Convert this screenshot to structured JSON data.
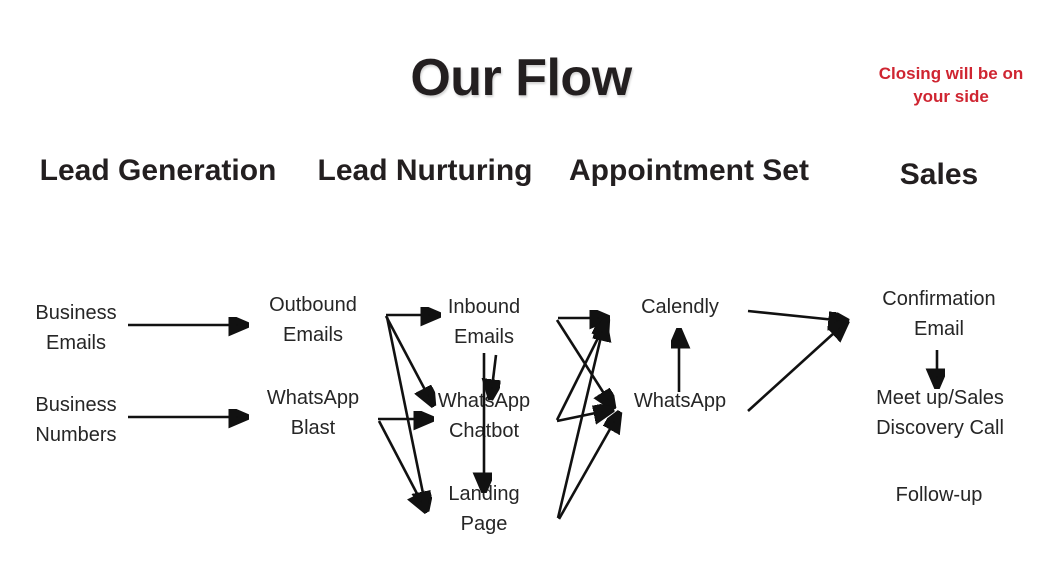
{
  "title": "Our Flow",
  "note": "Closing will be on your side",
  "colors": {
    "text": "#262626",
    "heading": "#231f20",
    "accent_red": "#cf2531",
    "arrow": "#111111",
    "background": "#ffffff"
  },
  "columns": [
    {
      "id": "lead-generation",
      "heading": "Lead\nGeneration"
    },
    {
      "id": "lead-nurturing",
      "heading": "Lead\nNurturing"
    },
    {
      "id": "appointment-set",
      "heading": "Appointment\nSet"
    },
    {
      "id": "sales",
      "heading": "Sales"
    }
  ],
  "nodes": [
    {
      "id": "business-emails",
      "label": "Business\nEmails"
    },
    {
      "id": "business-numbers",
      "label": "Business\nNumbers"
    },
    {
      "id": "outbound-emails",
      "label": "Outbound\nEmails"
    },
    {
      "id": "whatsapp-blast",
      "label": "WhatsApp\nBlast"
    },
    {
      "id": "inbound-emails",
      "label": "Inbound\nEmails"
    },
    {
      "id": "whatsapp-chatbot",
      "label": "WhatsApp\nChatbot"
    },
    {
      "id": "landing-page",
      "label": "Landing\nPage"
    },
    {
      "id": "calendly",
      "label": "Calendly"
    },
    {
      "id": "whatsapp",
      "label": "WhatsApp"
    },
    {
      "id": "confirmation-email",
      "label": "Confirmation\nEmail"
    },
    {
      "id": "meetup-discovery",
      "label": "Meet up/Sales\nDiscovery Call"
    },
    {
      "id": "follow-up",
      "label": "Follow-up"
    }
  ],
  "edges": [
    {
      "from": "business-emails",
      "to": "outbound-emails"
    },
    {
      "from": "business-numbers",
      "to": "whatsapp-blast"
    },
    {
      "from": "outbound-emails",
      "to": "inbound-emails"
    },
    {
      "from": "outbound-emails",
      "to": "whatsapp-chatbot"
    },
    {
      "from": "outbound-emails",
      "to": "landing-page"
    },
    {
      "from": "whatsapp-blast",
      "to": "whatsapp-chatbot"
    },
    {
      "from": "whatsapp-blast",
      "to": "landing-page"
    },
    {
      "from": "inbound-emails",
      "to": "whatsapp-chatbot"
    },
    {
      "from": "inbound-emails",
      "to": "landing-page"
    },
    {
      "from": "inbound-emails",
      "to": "calendly"
    },
    {
      "from": "inbound-emails",
      "to": "whatsapp"
    },
    {
      "from": "whatsapp-chatbot",
      "to": "calendly"
    },
    {
      "from": "whatsapp-chatbot",
      "to": "whatsapp"
    },
    {
      "from": "landing-page",
      "to": "calendly"
    },
    {
      "from": "landing-page",
      "to": "whatsapp"
    },
    {
      "from": "whatsapp",
      "to": "calendly"
    },
    {
      "from": "calendly",
      "to": "confirmation-email"
    },
    {
      "from": "whatsapp",
      "to": "confirmation-email"
    },
    {
      "from": "confirmation-email",
      "to": "meetup-discovery"
    }
  ]
}
